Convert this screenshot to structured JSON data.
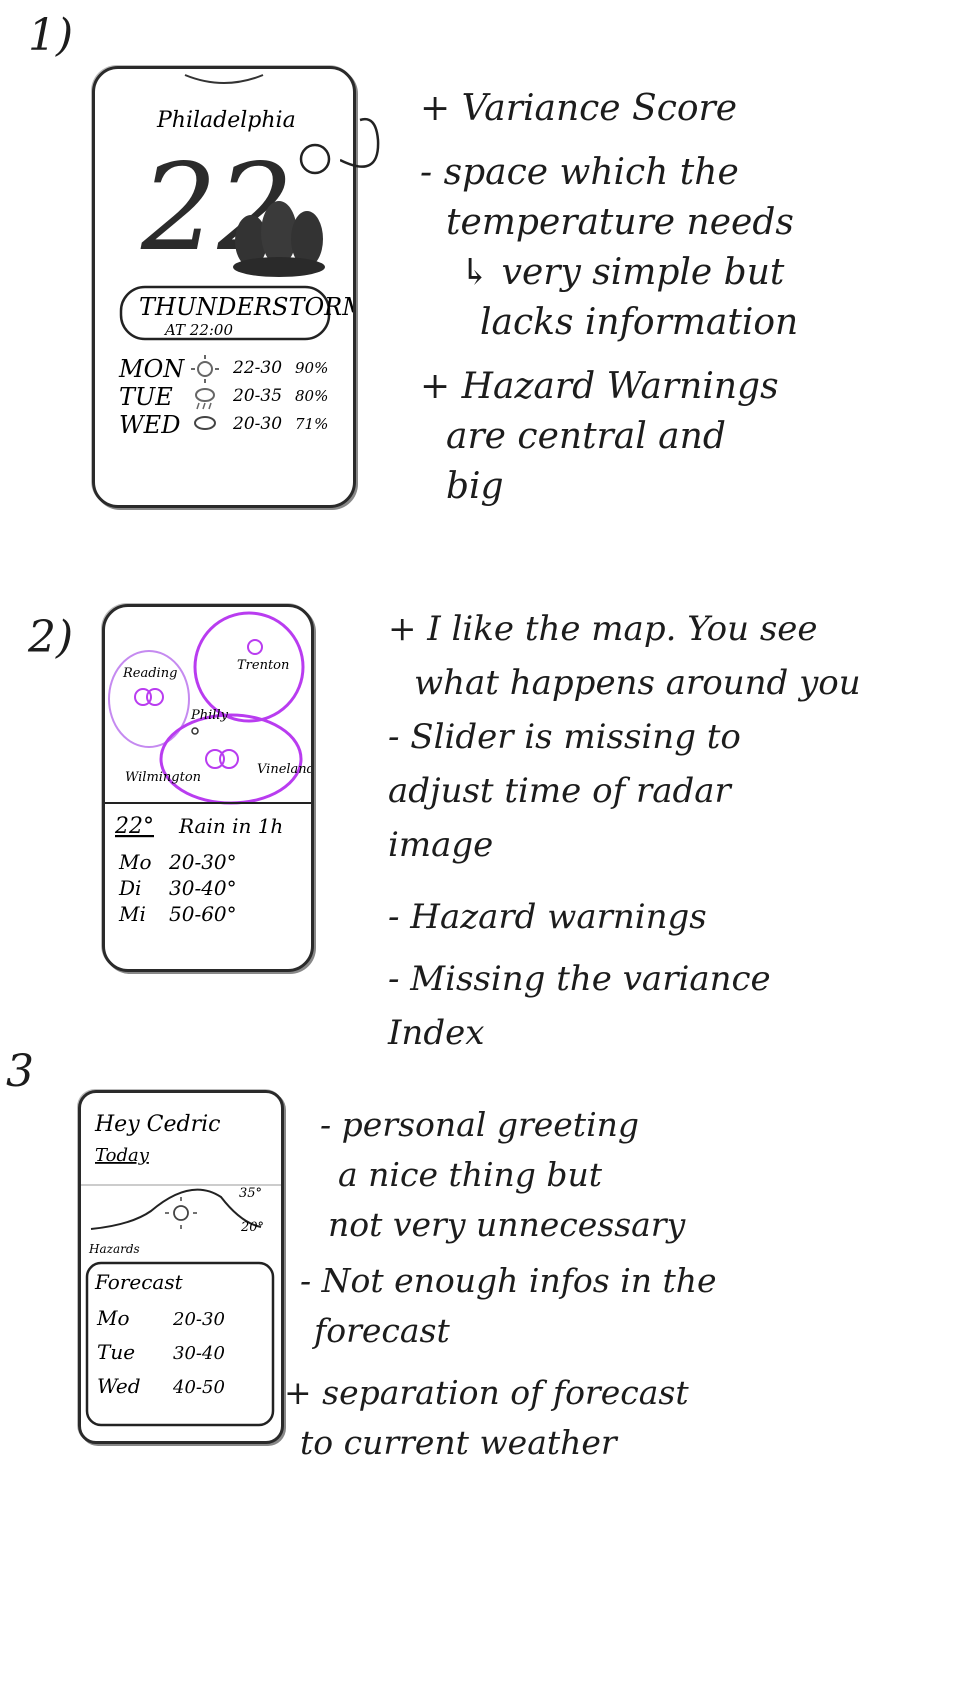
{
  "sketches": [
    {
      "number": "1)",
      "phone": {
        "city": "Philadelphia",
        "temperature": "22",
        "alert_title": "THUNDERSTORM",
        "alert_time": "AT 22:00",
        "forecast": [
          {
            "day": "MON",
            "range": "22-30",
            "percent": "90%"
          },
          {
            "day": "TUE",
            "range": "20-35",
            "percent": "80%"
          },
          {
            "day": "WED",
            "range": "20-30",
            "percent": "71%"
          }
        ]
      },
      "notes": [
        "+ Variance Score",
        "- space which the",
        "temperature needs",
        "↳ very simple but",
        "lacks information",
        "+ Hazard Warnings",
        "are central and",
        "big"
      ]
    },
    {
      "number": "2)",
      "phone": {
        "towns": [
          "Reading",
          "Trenton",
          "Philly",
          "Wilmington",
          "Vineland"
        ],
        "temperature": "22°",
        "rain": "Rain in 1h",
        "forecast": [
          {
            "day": "Mo",
            "range": "20-30°"
          },
          {
            "day": "Di",
            "range": "30-40°"
          },
          {
            "day": "Mi",
            "range": "50-60°"
          }
        ]
      },
      "notes": [
        "+ I like the map. You see",
        "what happens around you",
        "- Slider is missing to",
        "adjust time of radar",
        "image",
        "- Hazard warnings",
        "- Missing the variance",
        "Index"
      ]
    },
    {
      "number": "3",
      "phone": {
        "greeting": "Hey Cedric",
        "today": "Today",
        "hi_temp": "35°",
        "lo_temp": "20°",
        "hazards": "Hazards",
        "forecast_title": "Forecast",
        "forecast": [
          {
            "day": "Mo",
            "range": "20-30"
          },
          {
            "day": "Tue",
            "range": "30-40"
          },
          {
            "day": "Wed",
            "range": "40-50"
          }
        ]
      },
      "notes": [
        "- personal greeting",
        "a nice thing but",
        "not very unnecessary",
        "- Not enough infos in the",
        "forecast",
        "+ separation of forecast",
        "to current weather"
      ]
    }
  ],
  "colors": {
    "ink": "#1c1c1c",
    "purple": "#b93cf0"
  }
}
